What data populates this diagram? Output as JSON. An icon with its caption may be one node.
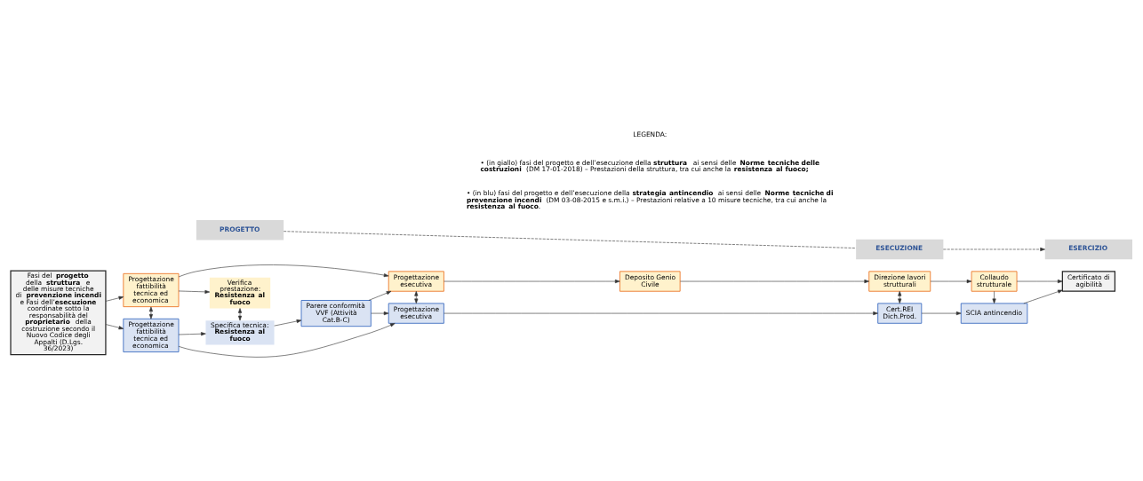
{
  "diagram": {
    "nodes": [
      {
        "text": [
          "PROGETTO"
        ]
      },
      {
        "text": [
          "ESECUZIONE"
        ]
      },
      {
        "text": [
          "ESERCIZIO"
        ]
      },
      {
        "text": [
          "Fasi del **progetto** della **struttura** e delle misure tecniche di **prevenzione incendi** e Fasi dell’**esecuzione** coordinate sotto la responsabilità del **proprietario** della costruzione secondo il Nuovo Codice degli Appalti (D.Lgs. 36/2023)"
        ]
      },
      {
        "text": [
          "Progettazione fattibilità tecnica ed economica"
        ]
      },
      {
        "text": [
          "Verifica prestazione:",
          "Resistenza al fuoco"
        ]
      },
      {
        "text": [
          "Parere conformità VVF (Attività Cat.B-C)"
        ]
      },
      {
        "text": [
          "Specifica tecnica:",
          "Resistenza al fuoco"
        ]
      },
      {
        "text": [
          "Progettazione fattibilità tecnica ed economica"
        ]
      },
      {
        "text": [
          "Progettazione esecutiva"
        ]
      },
      {
        "text": [
          "Deposito Genio Civile"
        ]
      },
      {
        "text": [
          "Direzione lavori strutturali"
        ]
      },
      {
        "text": [
          "Collaudo strutturale"
        ]
      },
      {
        "text": [
          "Progettazione esecutiva"
        ]
      },
      {
        "text": [
          "Cert.REI Dich.Prod."
        ]
      },
      {
        "text": [
          "SCIA antincendio"
        ]
      },
      {
        "text": [
          "Certificato di agibilità"
        ]
      }
    ],
    "edges": [
      {
        "from": 0,
        "to": 1,
        "arrow": "none",
        "style": "dashed"
      },
      {
        "from": 1,
        "to": 2,
        "arrow": "to",
        "style": "dashed"
      },
      {
        "from": 3,
        "to": 4,
        "arrow": "to"
      },
      {
        "from": 3,
        "to": 8,
        "arrow": "to"
      },
      {
        "from": 4,
        "to": 8,
        "arrow": "both"
      },
      {
        "from": 4,
        "to": 5,
        "arrow": "to"
      },
      {
        "from": 4,
        "to": 9,
        "arrow": "to"
      },
      {
        "from": 5,
        "to": 7,
        "arrow": "both"
      },
      {
        "from": 8,
        "to": 7,
        "arrow": "to"
      },
      {
        "from": 8,
        "to": 13,
        "arrow": "to"
      },
      {
        "from": 7,
        "to": 6,
        "arrow": "to"
      },
      {
        "from": 6,
        "to": 9,
        "arrow": "to"
      },
      {
        "from": 6,
        "to": 13,
        "arrow": "to"
      },
      {
        "from": 9,
        "to": 13,
        "arrow": "both"
      },
      {
        "from": 9,
        "to": 10,
        "arrow": "to"
      },
      {
        "from": 10,
        "to": 11,
        "arrow": "to"
      },
      {
        "from": 11,
        "to": 12,
        "arrow": "to"
      },
      {
        "from": 11,
        "to": 14,
        "arrow": "both"
      },
      {
        "from": 13,
        "to": 14,
        "arrow": "to"
      },
      {
        "from": 14,
        "to": 15,
        "arrow": "to"
      },
      {
        "from": 12,
        "to": 15,
        "arrow": "to"
      },
      {
        "from": 12,
        "to": 16,
        "arrow": "to"
      },
      {
        "from": 15,
        "to": 16,
        "arrow": "to"
      }
    ],
    "labels": [
      "LEGENDA:",
      "• (in giallo) fasi del progetto e dell’esecuzione della **struttura** ai sensi delle **Norme tecniche delle costruzioni** (DM 17-01-2018) – Prestazioni della struttura, tra cui anche la **resistenza al fuoco;**",
      "• (in blu) fasi del progetto e dell’esecuzione della **strategia antincendio** ai sensi delle **Norme tecniche di prevenzione incendi** (DM 03-08-2015 e s.m.i.) – Prestazioni relative a 10 misure tecniche, tra cui anche la **resistenza al fuoco**."
    ]
  }
}
